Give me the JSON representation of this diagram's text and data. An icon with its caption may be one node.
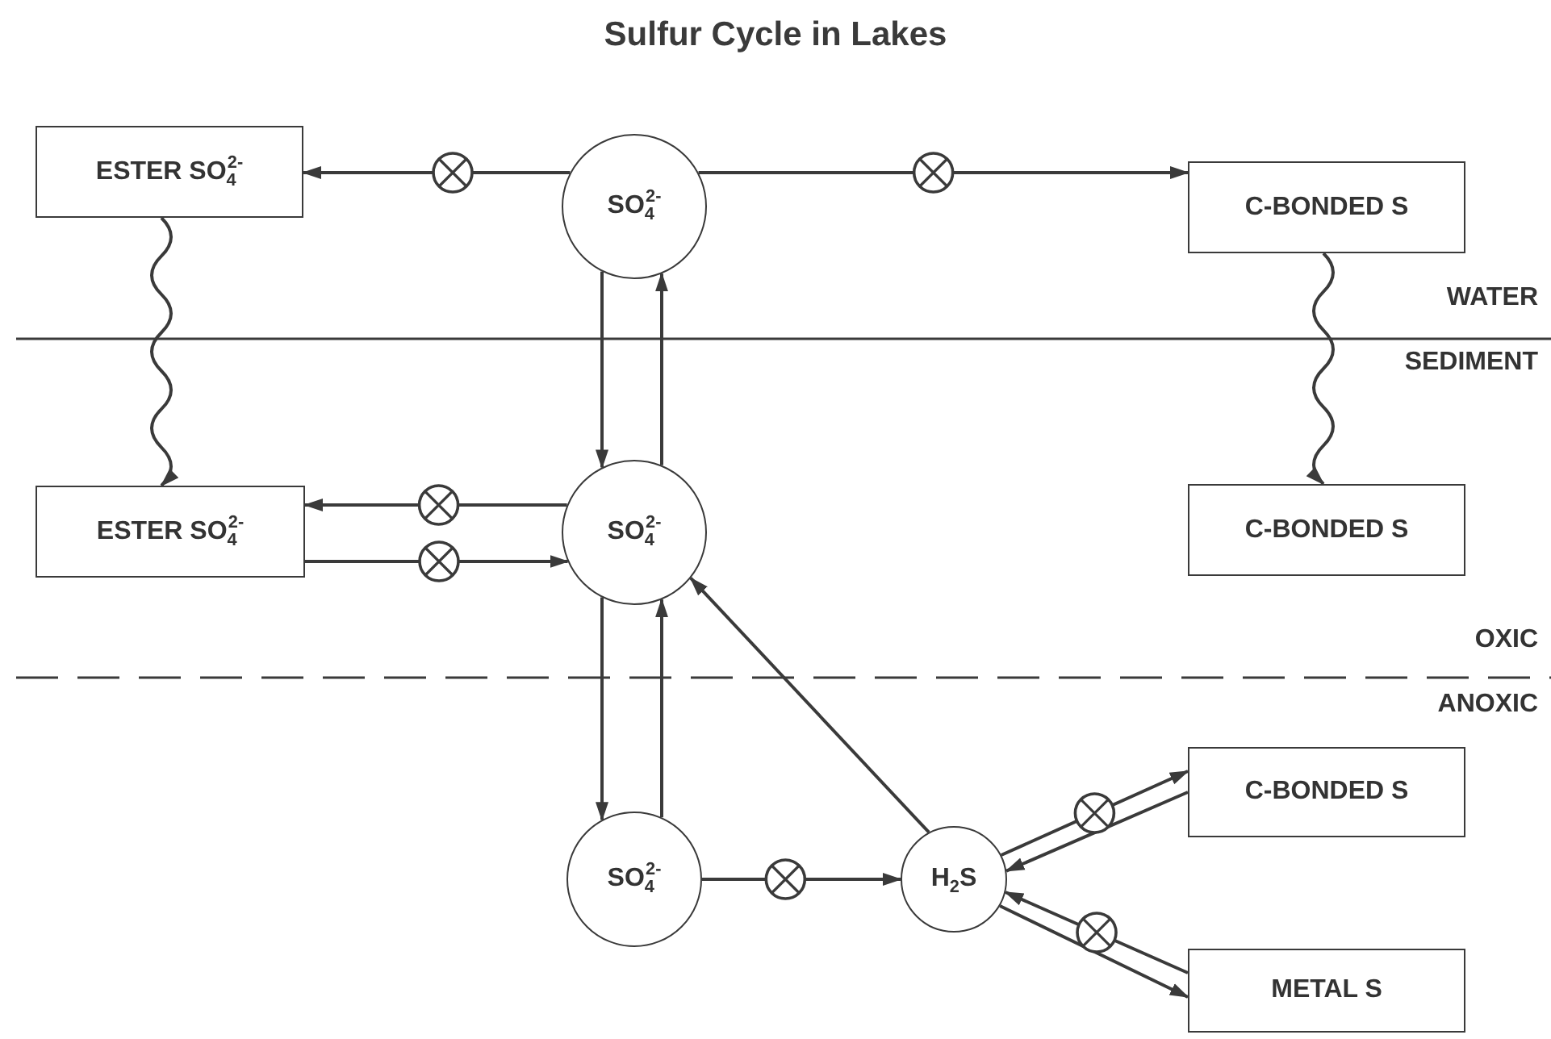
{
  "diagram": {
    "title": "Sulfur Cycle in Lakes",
    "nodes": [
      {
        "text": [
          "ESTER SO$_{4}$$^{2-}$"
        ]
      },
      {
        "text": [
          "SO$_{4}$$^{2-}$"
        ]
      },
      {
        "text": [
          "C-BONDED S"
        ]
      },
      {
        "text": [
          "ESTER SO$_{4}$$^{2-}$"
        ]
      },
      {
        "text": [
          "SO$_{4}$$^{2-}$"
        ]
      },
      {
        "text": [
          "C-BONDED S"
        ]
      },
      {
        "text": [
          "SO$_{4}$$^{2-}$"
        ]
      },
      {
        "text": [
          "H$_{2}$S"
        ]
      },
      {
        "text": [
          "C-BONDED S"
        ]
      },
      {
        "text": [
          "METAL S"
        ]
      }
    ],
    "edges": [
      {
        "from": 1,
        "to": 0,
        "arrow": "to"
      },
      {
        "from": 1,
        "to": 2,
        "arrow": "to"
      },
      {
        "from": 0,
        "to": 3,
        "arrow": "to"
      },
      {
        "from": 2,
        "to": 5,
        "arrow": "to"
      },
      {
        "from": 1,
        "to": 4,
        "arrow": "to"
      },
      {
        "from": 4,
        "to": 1,
        "arrow": "to"
      },
      {
        "from": 4,
        "to": 3,
        "arrow": "to"
      },
      {
        "from": 3,
        "to": 4,
        "arrow": "to"
      },
      {
        "from": 4,
        "to": 6,
        "arrow": "to"
      },
      {
        "from": 6,
        "to": 4,
        "arrow": "to"
      },
      {
        "from": 7,
        "to": 4,
        "arrow": "to"
      },
      {
        "from": 6,
        "to": 7,
        "arrow": "to"
      },
      {
        "from": 7,
        "to": 8,
        "arrow": "to"
      },
      {
        "from": 8,
        "to": 7,
        "arrow": "to"
      },
      {
        "from": 9,
        "to": 7,
        "arrow": "to"
      },
      {
        "from": 7,
        "to": 9,
        "arrow": "to"
      }
    ],
    "labels": [
      "WATER",
      "SEDIMENT",
      "OXIC",
      "ANOXIC"
    ]
  }
}
